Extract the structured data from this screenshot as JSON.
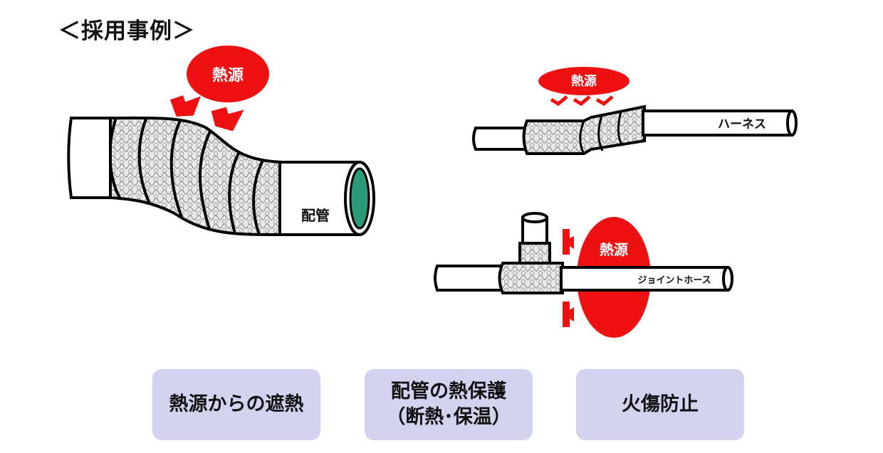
{
  "title": "＜採用事例＞",
  "diagram": {
    "heat_source": "熱源",
    "pipe_label": "配管",
    "harness_label": "ハーネス",
    "joint_hose_label": "ジョイントホース"
  },
  "uses": [
    {
      "lines": [
        "熱源からの遮熱"
      ]
    },
    {
      "lines": [
        "配管の熱保護",
        "（断熱･保温）"
      ]
    },
    {
      "lines": [
        "火傷防止"
      ]
    }
  ],
  "colors": {
    "heat": "#ee1111",
    "pill_bg": "#d3d2ef",
    "pipe_inner": "#2a9a7a",
    "outline": "#000000"
  }
}
